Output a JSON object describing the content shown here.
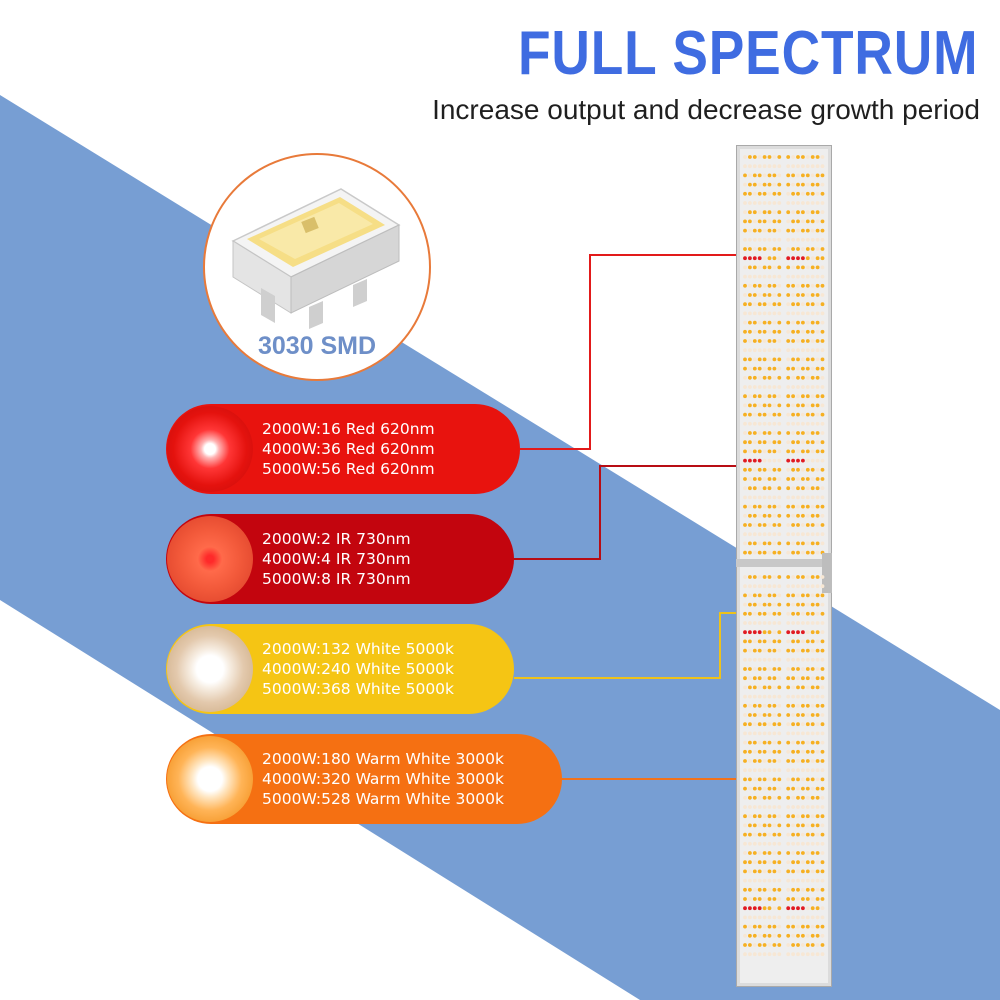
{
  "header": {
    "title": "FULL SPECTRUM",
    "subtitle": "Increase output and decrease growth period"
  },
  "chip": {
    "label": "3030 SMD"
  },
  "specs": [
    {
      "lines": [
        "2000W:16 Red 620nm",
        "4000W:36 Red 620nm",
        "5000W:56 Red 620nm"
      ],
      "color": "#e8130e",
      "line_color": "#e21a1a"
    },
    {
      "lines": [
        "2000W:2 IR 730nm",
        "4000W:4 IR 730nm",
        "5000W:8 IR 730nm"
      ],
      "color": "#c3050e",
      "line_color": "#b80d14"
    },
    {
      "lines": [
        "2000W:132 White 5000k",
        "4000W:240 White 5000k",
        "5000W:368 White 5000k"
      ],
      "color": "#f5c514",
      "line_color": "#eec21a"
    },
    {
      "lines": [
        "2000W:180 Warm White 3000k",
        "4000W:320 Warm White 3000k",
        "5000W:528 Warm White 3000k"
      ],
      "color": "#f57012",
      "line_color": "#f2721a"
    }
  ],
  "colors": {
    "band": "#779ed3",
    "title": "#3f6ce1",
    "chip_border": "#e87a3a",
    "chip_label": "#6e8fc8"
  }
}
